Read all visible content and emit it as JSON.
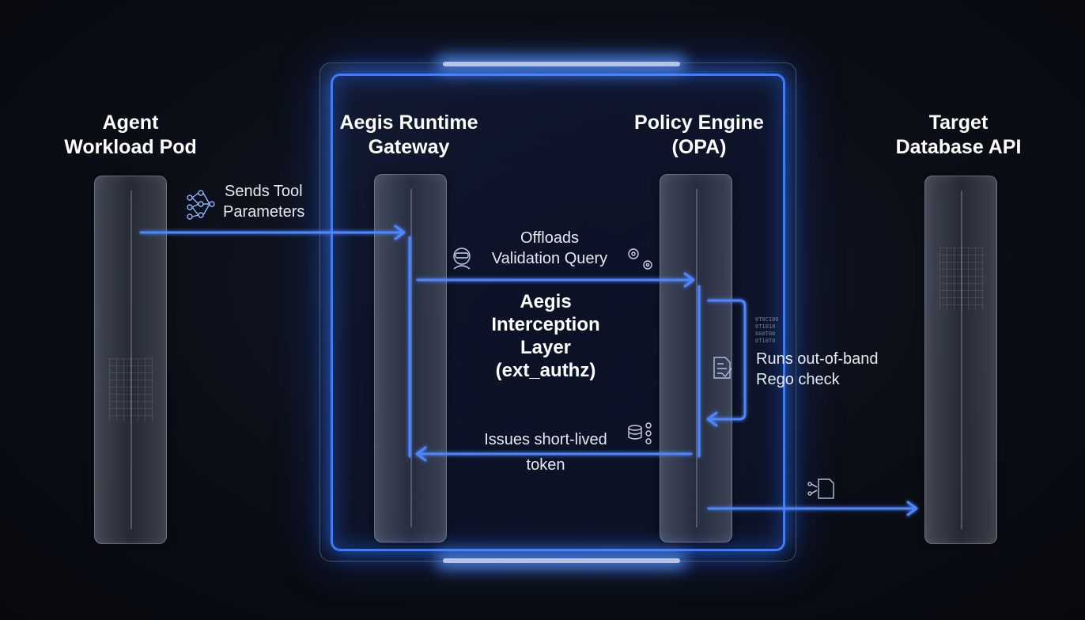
{
  "columns": {
    "agent": {
      "line1": "Agent",
      "line2": "Workload Pod"
    },
    "gateway": {
      "line1": "Aegis Runtime",
      "line2": "Gateway"
    },
    "policy": {
      "line1": "Policy Engine",
      "line2": "(OPA)"
    },
    "target": {
      "line1": "Target",
      "line2": "Database API"
    }
  },
  "flows": {
    "sends": {
      "line1": "Sends Tool",
      "line2": "Parameters"
    },
    "offloads": {
      "line1": "Offloads",
      "line2": "Validation Query"
    },
    "runs": {
      "line1": "Runs out-of-band",
      "line2": "Rego check"
    },
    "issues": {
      "line1": "Issues short-lived",
      "line2": "token"
    }
  },
  "interception": {
    "line1": "Aegis",
    "line2": "Interception",
    "line3": "Layer",
    "line4": "(ext_authz)"
  },
  "binary": [
    "0T0C100",
    "0T1010",
    "0A0T00",
    "0T10T0"
  ],
  "colors": {
    "accent": "#3f7bff",
    "background": "#0b0e16"
  }
}
